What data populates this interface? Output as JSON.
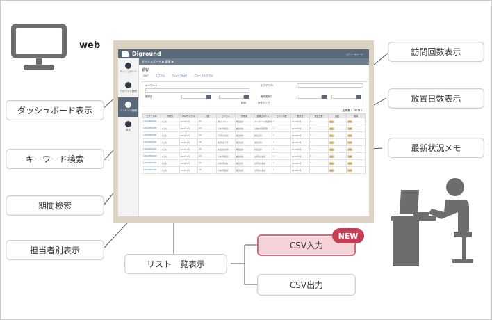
{
  "web_label": "web",
  "callouts": {
    "dashboard": "ダッシュボード表示",
    "keyword": "キーワード検索",
    "period": "期間検索",
    "assignee": "担当者別表示",
    "list": "リスト一覧表示",
    "visits": "訪問回数表示",
    "idle_days": "放置日数表示",
    "memo": "最新状況メモ",
    "csv_in": "CSV入力",
    "csv_out": "CSV出力",
    "new_badge": "NEW"
  },
  "app": {
    "logo": "Diground",
    "user": "ログイン中ユーザー",
    "breadcrumb": "ダッシュボード ▶ 顧客 ▶",
    "heading": "顧客",
    "subtabs": [
      "MAP",
      "エブデル",
      "グループMAP",
      "グループエブデル"
    ],
    "sidebar": [
      "ダッシュボード",
      "アカウント管理",
      "コンテンツ管理",
      "設定"
    ],
    "search": {
      "keyword": "キーワード",
      "group": "エブデルID",
      "period": "登録日",
      "updated": "最終更新日",
      "search_button": "検索",
      "clear_button": "条件クリア"
    },
    "total": "全件数：30035",
    "columns": [
      "エブデルID",
      "作成日",
      "MAPサイクル",
      "人数",
      "コメント",
      "作成者",
      "最新コメント",
      "コメント数",
      "更新日",
      "放置日数",
      "編集",
      "削除"
    ],
    "rows": [
      [
        "1Ab3d3f01258",
        "1日前",
        "1970年1月",
        "10",
        "(株)アイナス",
        "株式会社",
        "キーワードの所要時間",
        "1",
        "2016年5月",
        "6",
        "編集",
        "削除"
      ],
      [
        "1Ab3d3f01259",
        "1日前",
        "1970年1月",
        "10",
        "日本訪問確認",
        "株式会社",
        "日数の所要時間",
        "1",
        "2016年5月",
        "6",
        "編集",
        "削除"
      ],
      [
        "1Ab3d3f01260",
        "1日前",
        "1970年1月",
        "10",
        "アポ時の確認",
        "株式会社",
        "確認日時",
        "1",
        "2016年5月",
        "6",
        "編集",
        "削除"
      ],
      [
        "1Ab3d3f01261",
        "1日前",
        "1970年1月",
        "10",
        "株式会社アポ",
        "株式会社",
        "確認日時",
        "1",
        "2016年5月",
        "6",
        "編集",
        "削除"
      ],
      [
        "1Ab3d3f01262",
        "1日前",
        "1970年1月",
        "10",
        "株式会社訪問",
        "株式会社",
        "確認日時",
        "1",
        "2016年5月",
        "6",
        "編集",
        "削除"
      ],
      [
        "1Ab3d3f01263",
        "1日前",
        "1970年1月",
        "10",
        "日本訪問確認",
        "株式会社",
        "訪問日の確認",
        "1",
        "2016年5月",
        "6",
        "編集",
        "削除"
      ],
      [
        "1Ab3d3f01264",
        "1日前",
        "1970年1月",
        "10",
        "日本訪問(株)",
        "株式会社",
        "訪問日の確認",
        "1",
        "2016年5月",
        "6",
        "編集",
        "削除"
      ],
      [
        "1Ab3d3f01265",
        "1日前",
        "1970年1月",
        "10",
        "日本訪問確認",
        "株式会社",
        "訪問日の確認",
        "1",
        "2016年5月",
        "6",
        "編集",
        "削除"
      ]
    ]
  },
  "colors": {
    "app_header": "#59697a",
    "screenshot_bg": "#ddd3c2",
    "new_fill": "#f6d3d8",
    "new_badge": "#c63e53",
    "icon_gray": "#6d6d6d"
  }
}
